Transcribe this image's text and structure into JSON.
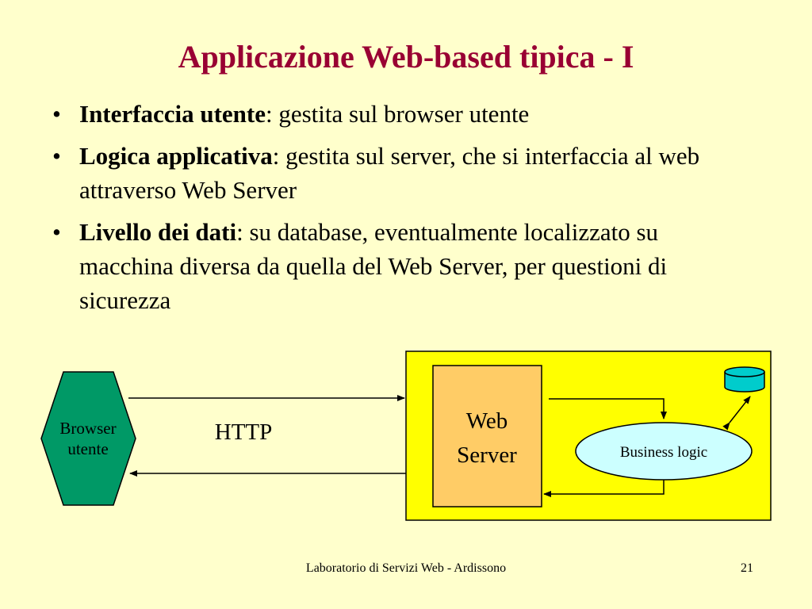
{
  "slide": {
    "title": "Applicazione Web-based tipica - I",
    "bullets": [
      {
        "term": "Interfaccia utente",
        "text": ": gestita sul browser utente"
      },
      {
        "term": "Logica applicativa",
        "text": ": gestita sul server, che si interfaccia al web attraverso Web Server"
      },
      {
        "term": "Livello dei dati",
        "text": ": su database, eventualmente localizzato su macchina diversa da quella del Web Server, per questioni di sicurezza"
      }
    ]
  },
  "diagram": {
    "browser_label_1": "Browser",
    "browser_label_2": "utente",
    "protocol_label": "HTTP",
    "web_server_label_1": "Web",
    "web_server_label_2": "Server",
    "business_logic_label": "Business logic",
    "colors": {
      "browser_fill": "#009966",
      "server_area_fill": "#ffff00",
      "web_server_fill": "#ffcc66",
      "business_logic_fill": "#ccffff",
      "database_fill": "#00cccc"
    }
  },
  "footer": {
    "text": "Laboratorio di Servizi Web - Ardissono",
    "page_number": "21"
  }
}
